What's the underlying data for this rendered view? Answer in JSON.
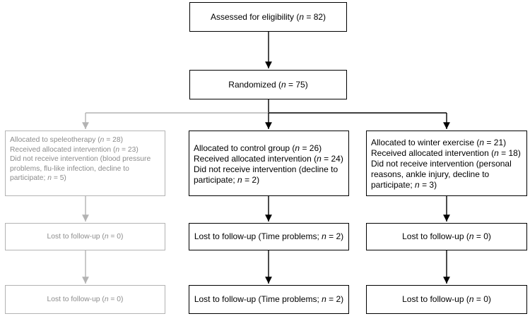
{
  "colors": {
    "black": "#000000",
    "gray_border": "#b3b3b3",
    "gray_text": "#8c8c8c"
  },
  "eligibility": {
    "text": "Assessed for eligibility (",
    "n": "n",
    "rest": " = 82)"
  },
  "randomized": {
    "text": "Randomized (",
    "n": "n",
    "rest": " = 75)"
  },
  "groups": [
    {
      "alloc": [
        {
          "pre": "Allocated to speleotherapy (",
          "n": "n",
          "post": " = 28)"
        },
        {
          "pre": "Received allocated intervention (",
          "n": "n",
          "post": " = 23)"
        },
        {
          "pre": "Did not receive intervention (blood pressure",
          "n": "",
          "post": ""
        },
        {
          "pre": "problems, flu-like infection, decline to",
          "n": "",
          "post": ""
        },
        {
          "pre": "participate;  ",
          "n": "n",
          "post": " = 5)"
        }
      ],
      "lost1": {
        "pre": "Lost to follow-up (",
        "n": "n",
        "post": " = 0)"
      },
      "lost2": {
        "pre": "Lost to follow-up (",
        "n": "n",
        "post": " = 0)"
      }
    },
    {
      "alloc": [
        {
          "pre": "Allocated to control group (",
          "n": "n",
          "post": " = 26)"
        },
        {
          "pre": "Received allocated intervention (",
          "n": "n",
          "post": " = 24)"
        },
        {
          "pre": "Did not receive intervention (decline to",
          "n": "",
          "post": ""
        },
        {
          "pre": "participate;  ",
          "n": "n",
          "post": " = 2)"
        }
      ],
      "lost1": {
        "pre": "Lost to follow-up (Time problems; ",
        "n": "n",
        "post": " = 2)"
      },
      "lost2": {
        "pre": "Lost to follow-up (Time problems; ",
        "n": "n",
        "post": " = 2)"
      }
    },
    {
      "alloc": [
        {
          "pre": "Allocated to winter exercise (",
          "n": "n",
          "post": " = 21)"
        },
        {
          "pre": "Received allocated intervention (",
          "n": "n",
          "post": " = 18)"
        },
        {
          "pre": "Did not receive intervention (personal",
          "n": "",
          "post": ""
        },
        {
          "pre": "reasons, ankle injury, decline to",
          "n": "",
          "post": ""
        },
        {
          "pre": "participate;  ",
          "n": "n",
          "post": " = 3)"
        }
      ],
      "lost1": {
        "pre": "Lost to follow-up (",
        "n": "n",
        "post": " = 0)"
      },
      "lost2": {
        "pre": "Lost to follow-up (",
        "n": "n",
        "post": " = 0)"
      }
    }
  ]
}
